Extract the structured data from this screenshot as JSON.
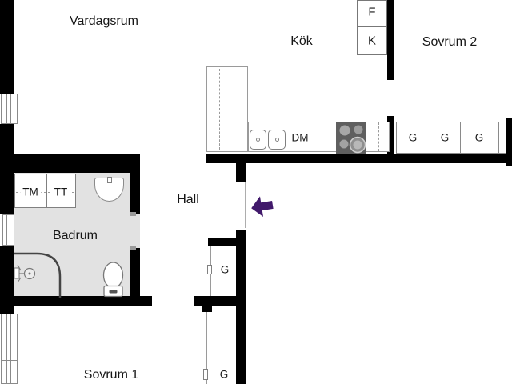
{
  "rooms": {
    "living_room": "Vardagsrum",
    "kitchen": "Kök",
    "bedroom2": "Sovrum 2",
    "bathroom": "Badrum",
    "hall": "Hall",
    "bedroom1": "Sovrum 1"
  },
  "labels": {
    "fridge": "F",
    "freezer": "K",
    "dishwasher": "DM",
    "washing_machine": "TM",
    "tumble_dryer": "TT",
    "wardrobe_1": "G",
    "wardrobe_2": "G",
    "wardrobe_3": "G",
    "hall_wardrobe": "G",
    "bedroom1_wardrobe": "G"
  },
  "colors": {
    "wall": "#000000",
    "bathroom_floor": "#e2e2e2",
    "fixture_outline": "#888888",
    "stove": "#5f5f5f",
    "entrance_arrow": "#41196b"
  }
}
